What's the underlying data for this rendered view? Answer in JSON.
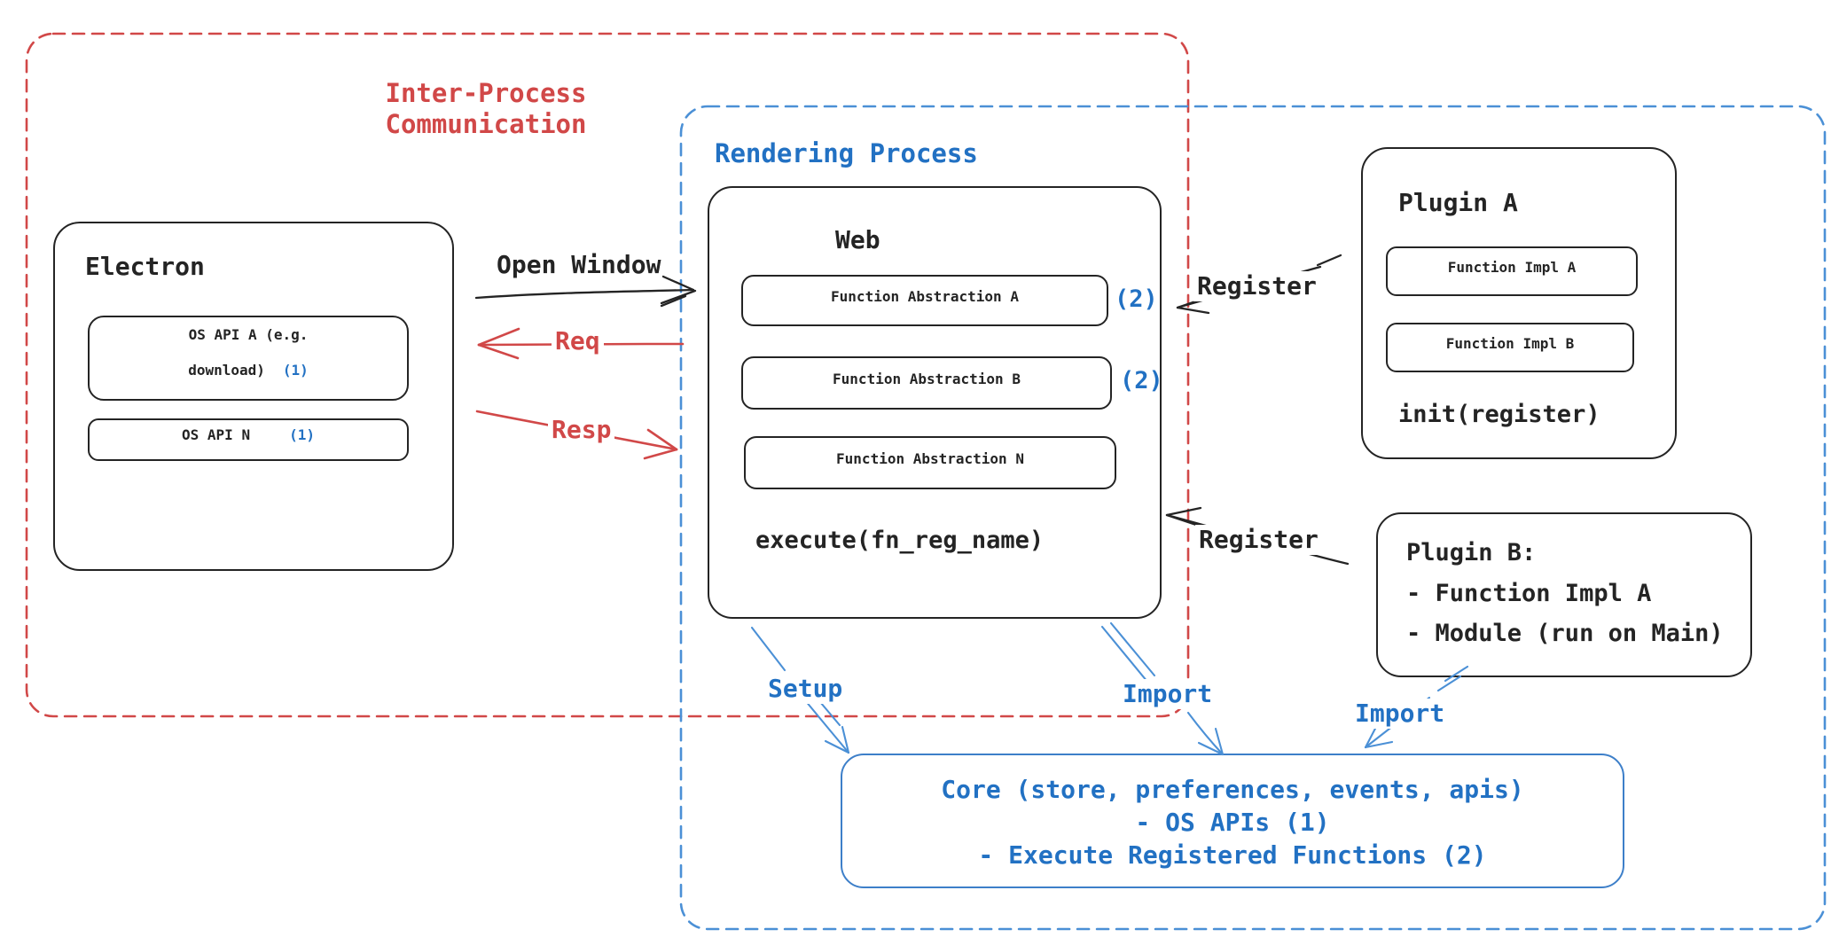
{
  "colors": {
    "ink": "#242424",
    "red": "#d14848",
    "blue": "#2271c3",
    "blue_dash": "#4b90d6",
    "core_border": "#3d7fc9"
  },
  "ipc": {
    "label_line1": "Inter-Process",
    "label_line2": "Communication"
  },
  "rendering": {
    "label": "Rendering Process"
  },
  "electron": {
    "title": "Electron",
    "os_api_a_line1": "OS API A (e.g.",
    "os_api_a_line2": "download)",
    "os_api_a_num": "(1)",
    "os_api_n": "OS API N",
    "os_api_n_num": "(1)"
  },
  "web": {
    "title": "Web",
    "fa_a": "Function Abstraction A",
    "fa_a_num": "(2)",
    "fa_b": "Function Abstraction B",
    "fa_b_num": "(2)",
    "fa_n": "Function Abstraction N",
    "execute": "execute(fn_reg_name)"
  },
  "plugin_a": {
    "title": "Plugin A",
    "impl_a": "Function Impl A",
    "impl_b": "Function Impl B",
    "init": "init(register)"
  },
  "plugin_b": {
    "title": "Plugin B:",
    "item1": "- Function Impl A",
    "item2": "- Module (run on Main)"
  },
  "core": {
    "line1": "Core (store, preferences, events, apis)",
    "line2": "- OS APIs (1)",
    "line3": "- Execute Registered Functions (2)"
  },
  "arrows": {
    "open_window": "Open Window",
    "req": "Req",
    "resp": "Resp",
    "register_a": "Register",
    "register_b": "Register",
    "setup": "Setup",
    "import_mid": "Import",
    "import_right": "Import"
  }
}
